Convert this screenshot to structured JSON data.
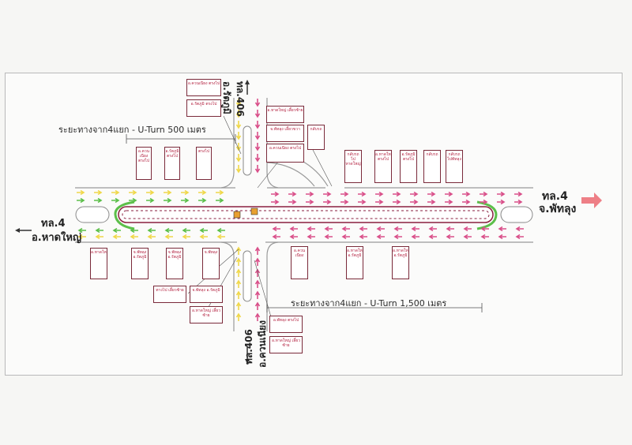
{
  "labels": {
    "west_route": "ทล.4",
    "west_place": "อ.หาดใหญ่",
    "east_route": "ทล.4",
    "east_place": "จ.พัทลุง",
    "north_route": "ทล.406",
    "north_place": "อ.รัตภูมิ",
    "south_route": "ทล.406",
    "south_place": "อ.ควนเนียง",
    "dist_west": "ระยะทางจาก4แยก - U-Turn 500 เมตร",
    "dist_east": "ระยะทางจาก4แยก - U-Turn 1,500 เมตร"
  },
  "colors": {
    "road_edge": "#9a9a9a",
    "median": "#8a1f3f",
    "arrow_pink": "#d9508a",
    "arrow_green": "#5cbf4a",
    "arrow_yellow": "#f0d84a",
    "sign_border": "#7a2a3a",
    "east_arrow": "#ee7f86"
  },
  "signs": [
    {
      "id": "n1",
      "text": "อ.ควนเนียง ตรงไป"
    },
    {
      "id": "n2",
      "text": "อ.รัตภูมิ ตรงไป"
    },
    {
      "id": "n3",
      "text": "อ.หาดใหญ่ เลี้ยวซ้าย"
    },
    {
      "id": "n4",
      "text": "จ.พัทลุง เลี้ยวขวา"
    },
    {
      "id": "n5",
      "text": "อ.ควนเนียง ตรงไป"
    },
    {
      "id": "n6",
      "text": "กลับรถ"
    },
    {
      "id": "w1",
      "text": "อ.ควนเนียง ตรงไป"
    },
    {
      "id": "w2",
      "text": "อ.รัตภูมิ ตรงไป"
    },
    {
      "id": "w3",
      "text": "ตรงไป"
    },
    {
      "id": "e1",
      "text": "กลับรถ ไปหาดใหญ่"
    },
    {
      "id": "e2",
      "text": "อ.หาดใหญ่ ตรงไป"
    },
    {
      "id": "e3",
      "text": "อ.รัตภูมิ ตรงไป"
    },
    {
      "id": "e4",
      "text": "กลับรถ"
    },
    {
      "id": "e5",
      "text": "กลับรถ ไปพัทลุง"
    },
    {
      "id": "s1",
      "text": "อ.หาดใหญ่"
    },
    {
      "id": "s2",
      "text": "จ.พัทลุง อ.รัตภูมิ"
    },
    {
      "id": "s3",
      "text": "จ.พัทลุง อ.รัตภูมิ"
    },
    {
      "id": "s4",
      "text": "จ.พัทลุง"
    },
    {
      "id": "s5",
      "text": "ทางไป เลี้ยวซ้าย"
    },
    {
      "id": "s6",
      "text": "จ.พัทลุง อ.รัตภูมิ"
    },
    {
      "id": "s7",
      "text": "อ.หาดใหญ่ เลี้ยวซ้าย"
    },
    {
      "id": "s8",
      "text": "อ.ควนเนียง"
    },
    {
      "id": "s9",
      "text": "อ.หาดใหญ่ อ.รัตภูมิ"
    },
    {
      "id": "s10",
      "text": "อ.หาดใหญ่ อ.รัตภูมิ"
    },
    {
      "id": "s11",
      "text": "อ.พัทลุง ตรงไป"
    },
    {
      "id": "s12",
      "text": "อ.หาดใหญ่ เลี้ยวซ้าย"
    }
  ]
}
